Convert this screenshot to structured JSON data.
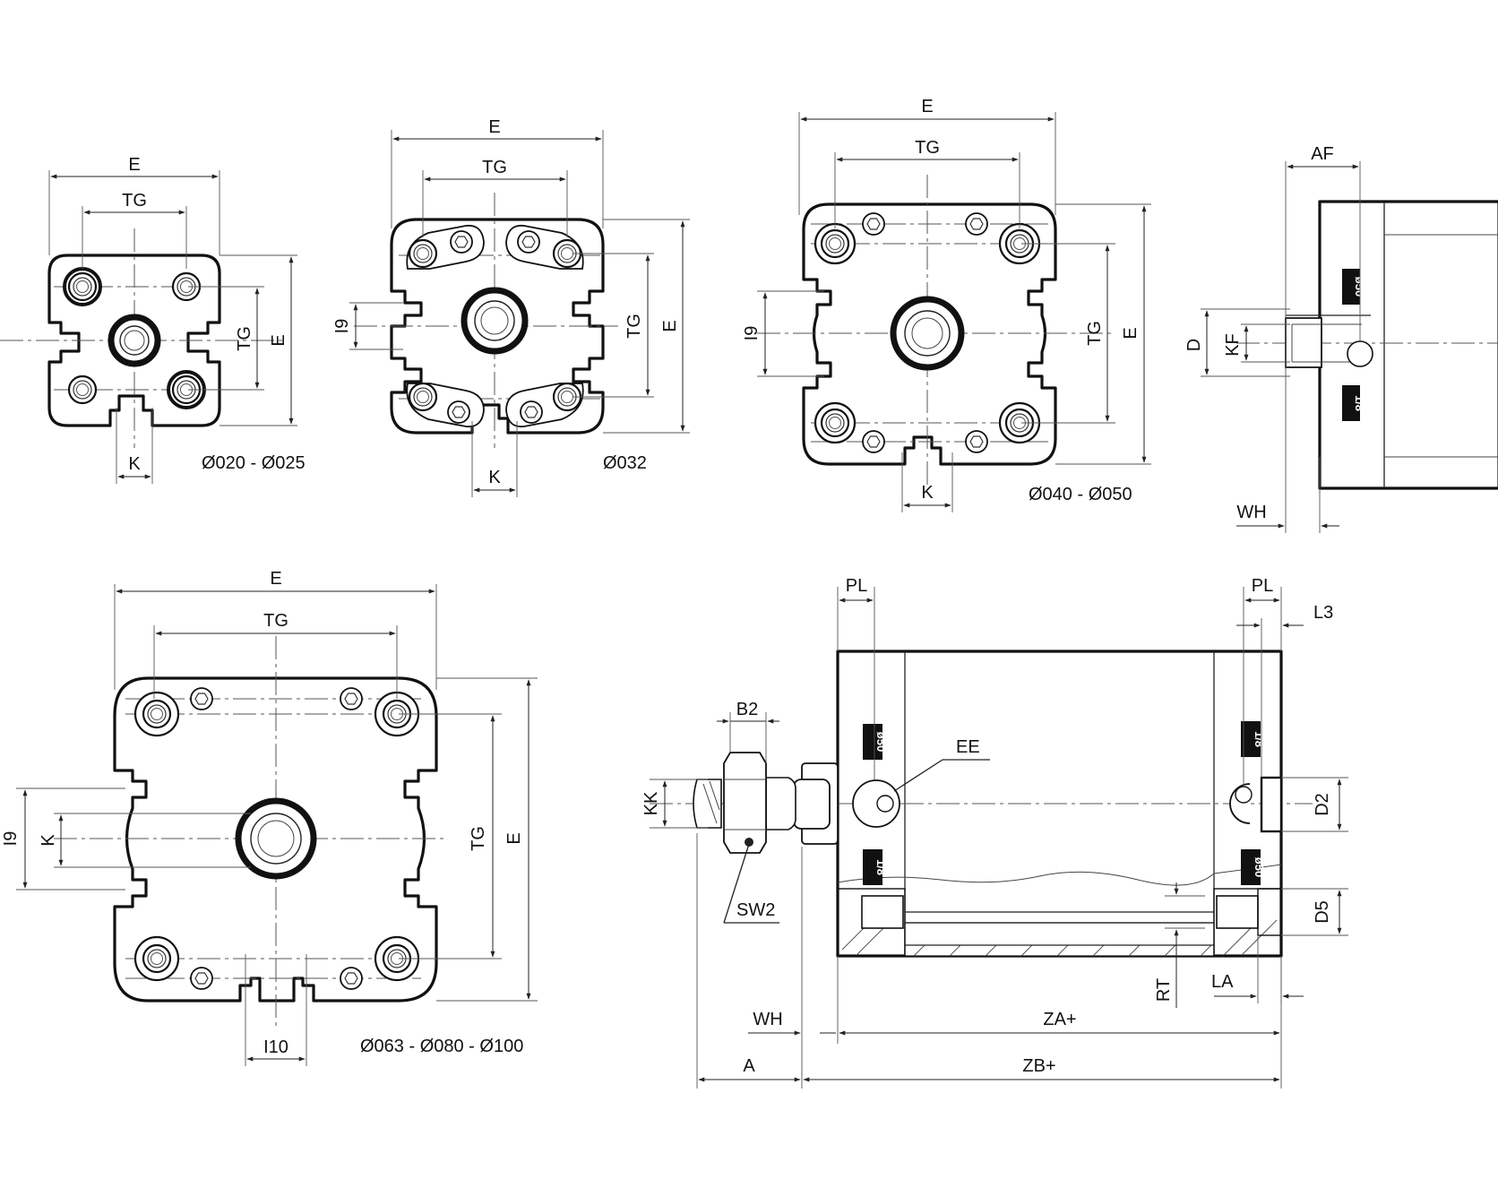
{
  "views": {
    "small": {
      "size_label": "Ø020 - Ø025"
    },
    "d32": {
      "size_label": "Ø032"
    },
    "d40": {
      "size_label": "Ø040 - Ø050"
    },
    "large": {
      "size_label": "Ø063 - Ø080 - Ø100"
    }
  },
  "dims": {
    "E": "E",
    "TG": "TG",
    "K": "K",
    "I9": "I9",
    "I10": "I10",
    "AF": "AF",
    "D": "D",
    "KF": "KF",
    "WH": "WH",
    "PL": "PL",
    "L3": "L3",
    "B2": "B2",
    "KK": "KK",
    "EE": "EE",
    "SW2": "SW2",
    "D2": "D2",
    "D5": "D5",
    "RT": "RT",
    "LA": "LA",
    "ZA": "ZA+",
    "ZB": "ZB+",
    "A": "A"
  },
  "port_marks": {
    "thread": "ø50",
    "port": "1/8"
  },
  "colors": {
    "line": "#111111",
    "background": "#ffffff"
  }
}
